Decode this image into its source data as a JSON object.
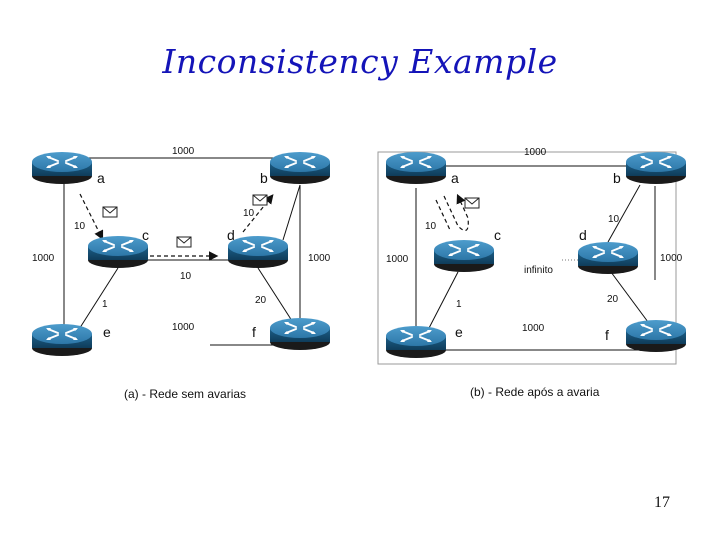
{
  "title": "Inconsistency Example",
  "page_number": "17",
  "panel_a": {
    "caption": "(a) - Rede sem avarias",
    "nodes": {
      "a": "a",
      "b": "b",
      "c": "c",
      "d": "d",
      "e": "e",
      "f": "f"
    },
    "weights": {
      "a_b": "1000",
      "a_c": "10",
      "a_e": "1000",
      "c_d": "10",
      "b_d": "10",
      "b_f": "1000",
      "c_e": "1",
      "d_f": "20",
      "e_f": "1000"
    }
  },
  "panel_b": {
    "caption": "(b) - Rede após a avaria",
    "nodes": {
      "a": "a",
      "b": "b",
      "c": "c",
      "d": "d",
      "e": "e",
      "f": "f"
    },
    "weights": {
      "a_b": "1000",
      "a_c": "10",
      "a_e": "1000",
      "c_d": "infinito",
      "b_d": "10",
      "b_f": "1000",
      "c_e": "1",
      "d_f": "20",
      "e_f": "1000"
    }
  },
  "colors": {
    "router_top": "#3a86b4",
    "router_side": "#1c5a80",
    "title": "#1414b8"
  }
}
